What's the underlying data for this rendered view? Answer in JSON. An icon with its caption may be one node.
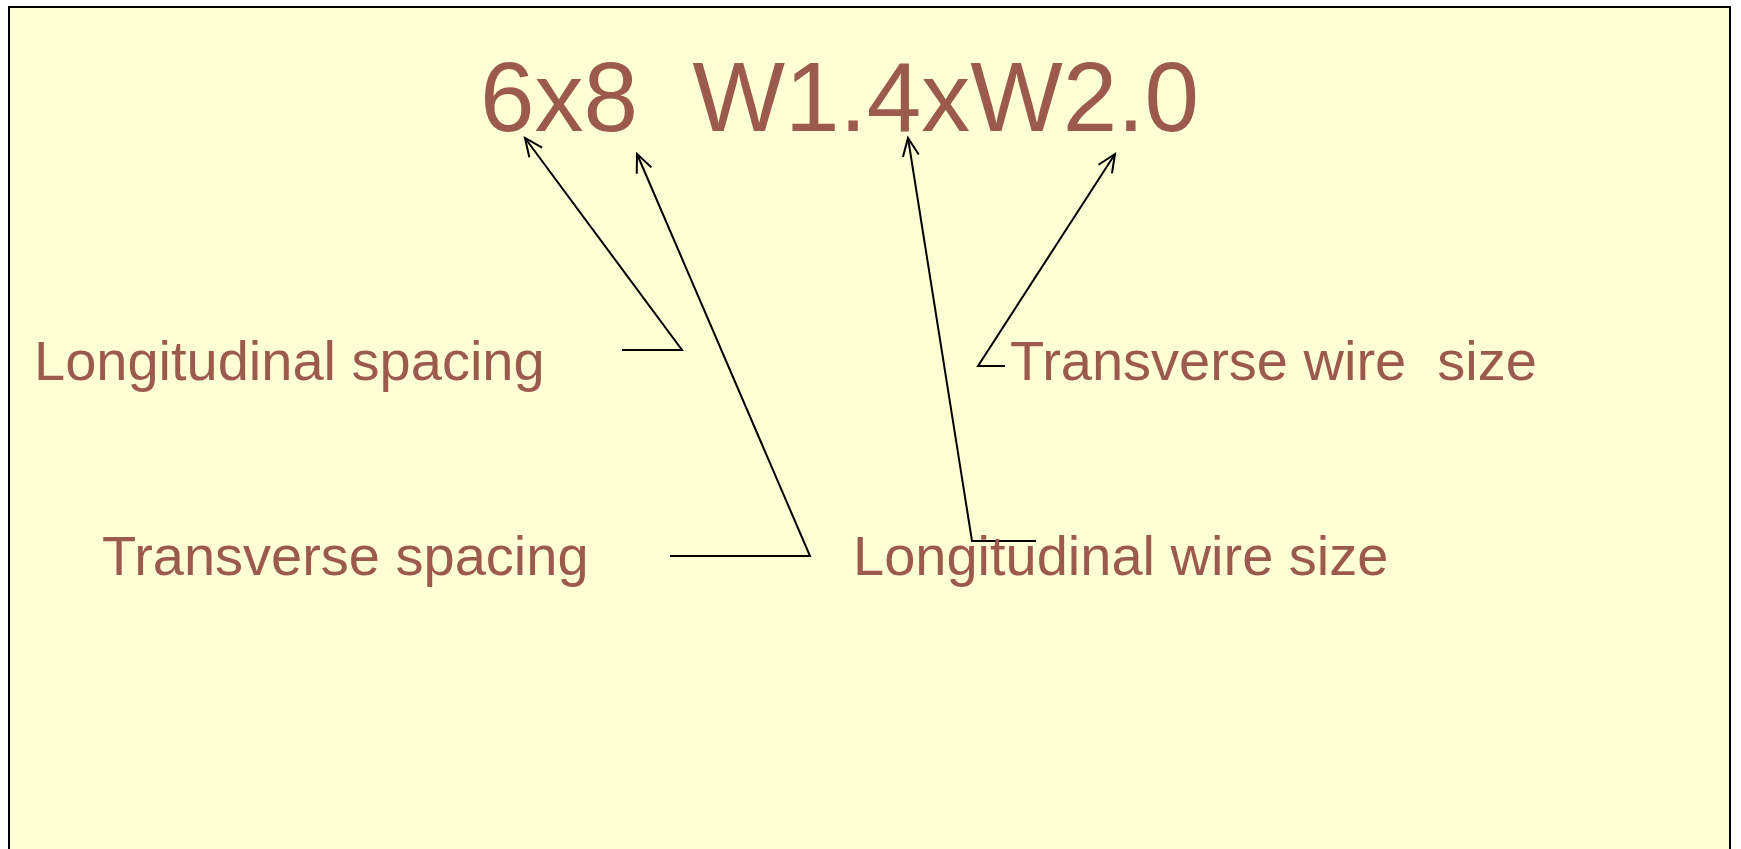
{
  "diagram": {
    "title": "6x8  W1.4xW2.0",
    "nodes": [
      {
        "text": [
          "Longitudinal spacing"
        ]
      },
      {
        "text": [
          "Transverse wire  size"
        ]
      },
      {
        "text": [
          "Transverse spacing"
        ]
      },
      {
        "text": [
          "Longitudinal wire size"
        ]
      }
    ],
    "edges": [
      {
        "from": 0,
        "to": null,
        "arrow": "to"
      },
      {
        "from": 2,
        "to": null,
        "arrow": "to"
      },
      {
        "from": 3,
        "to": null,
        "arrow": "to"
      },
      {
        "from": 1,
        "to": null,
        "arrow": "to"
      }
    ]
  }
}
